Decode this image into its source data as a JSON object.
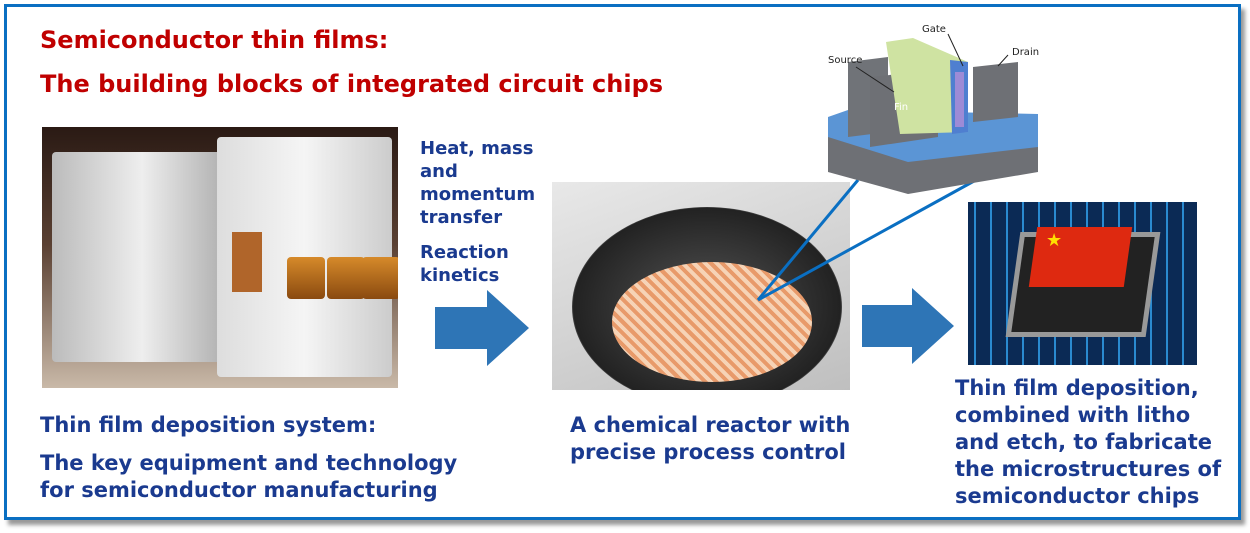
{
  "title": {
    "line1": "Semiconductor thin films:",
    "line2": "The building blocks of integrated circuit chips"
  },
  "process": {
    "line1": "Heat, mass",
    "line2": "and",
    "line3": "momentum",
    "line4": "transfer",
    "line5": "Reaction",
    "line6": "kinetics"
  },
  "finfet": {
    "gate": "Gate",
    "source": "Source",
    "drain": "Drain",
    "fin": "Fin"
  },
  "captions": {
    "left": {
      "line1": "Thin film deposition system:",
      "line2": "The key equipment and technology",
      "line3": "for semiconductor manufacturing"
    },
    "middle": {
      "line1": "A chemical reactor with",
      "line2": "precise process control"
    },
    "right": {
      "line1": "Thin film deposition,",
      "line2": "combined with litho",
      "line3": "and  etch, to fabricate",
      "line4": "the microstructures of",
      "line5": "semiconductor chips"
    }
  },
  "colors": {
    "border": "#0a6fc2",
    "title": "#c00000",
    "text": "#1a3a8f",
    "arrow": "#2e75b6"
  }
}
